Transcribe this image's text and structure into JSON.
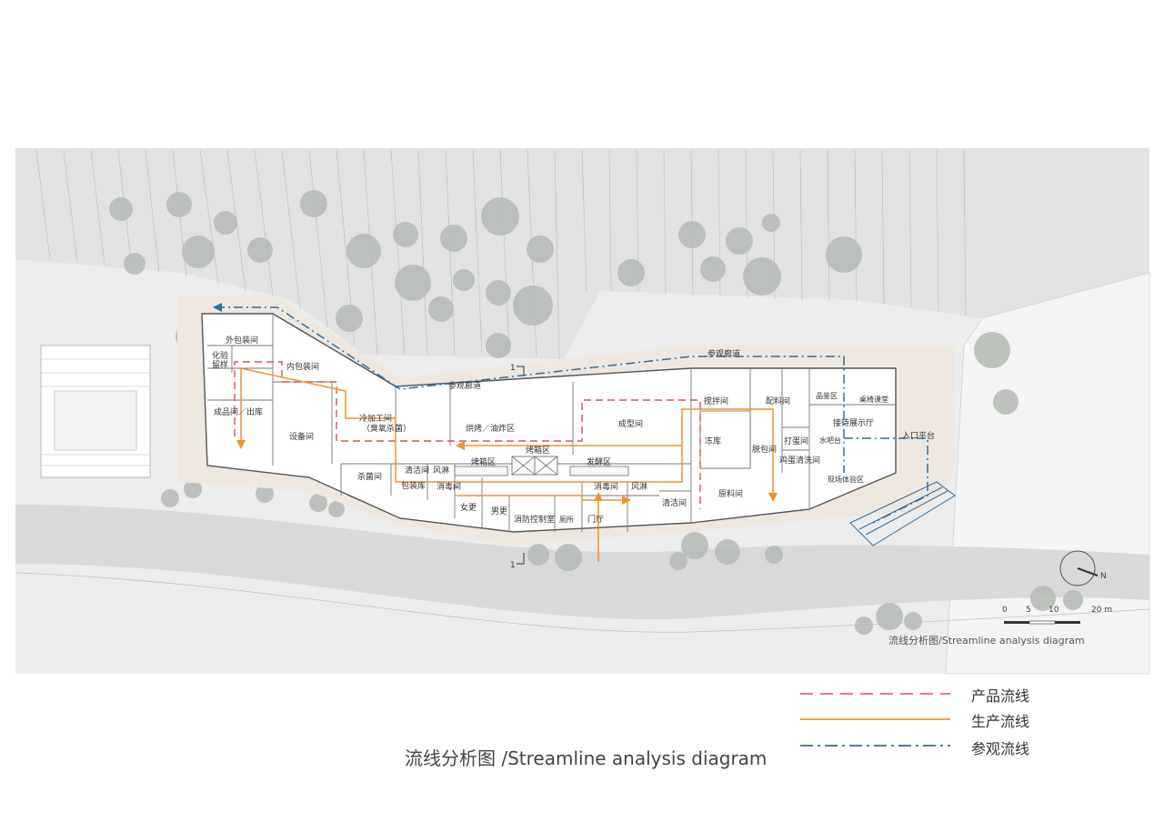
{
  "rooms": {
    "outer_pack": "外包装间",
    "lab": "化验",
    "lab2": "留样",
    "inner_pack": "内包装间",
    "finished": "成品间／出库",
    "cold_process": "冷加工间",
    "cold_process_sub": "（臭氧杀菌）",
    "equipment": "设备间",
    "baking": "烘烤／油炸区",
    "oven_area": "烤箱区",
    "oven_area2": "烤箱区",
    "ferment": "发酵区",
    "forming": "成型间",
    "mixing": "搅拌间",
    "batching": "配料间",
    "freezer": "冻库",
    "unpack": "脱包间",
    "egg_break": "打蛋间",
    "egg_wash": "鸡蛋清洗间",
    "raw_material": "原料间",
    "tasting": "品鉴区",
    "tasting_room": "桌椅课堂",
    "reception": "接待展示厅",
    "water_bar": "水吧台",
    "experience": "现场体验区",
    "sterilize": "杀菌间",
    "packing": "包装库",
    "clean_room": "清洁间",
    "air_shower": "风淋",
    "disinfect1": "消毒间",
    "disinfect2": "消毒间",
    "air_shower2": "风淋",
    "clean_room2": "清洁间",
    "female": "女更",
    "male": "男更",
    "fire_control": "消防控制室",
    "toilet": "厕所",
    "lobby": "门厅"
  },
  "labels": {
    "visit_corridor_1": "参观廊道",
    "visit_corridor_2": "参观廊道",
    "entrance_platform": "入口平台",
    "section_top": "1",
    "section_bottom": "1",
    "north": "N",
    "scale_0": "0",
    "scale_5": "5",
    "scale_10": "10",
    "scale_20": "20 m",
    "map_caption": "流线分析图/Streamline analysis diagram"
  },
  "legend": {
    "product_flow": {
      "label": "产品流线",
      "color": "#d9534f"
    },
    "production_flow": {
      "label": "生产流线",
      "color": "#f0932b"
    },
    "visit_flow": {
      "label": "参观流线",
      "color": "#2f6fa1"
    }
  },
  "caption": "流线分析图 /Streamline analysis diagram"
}
